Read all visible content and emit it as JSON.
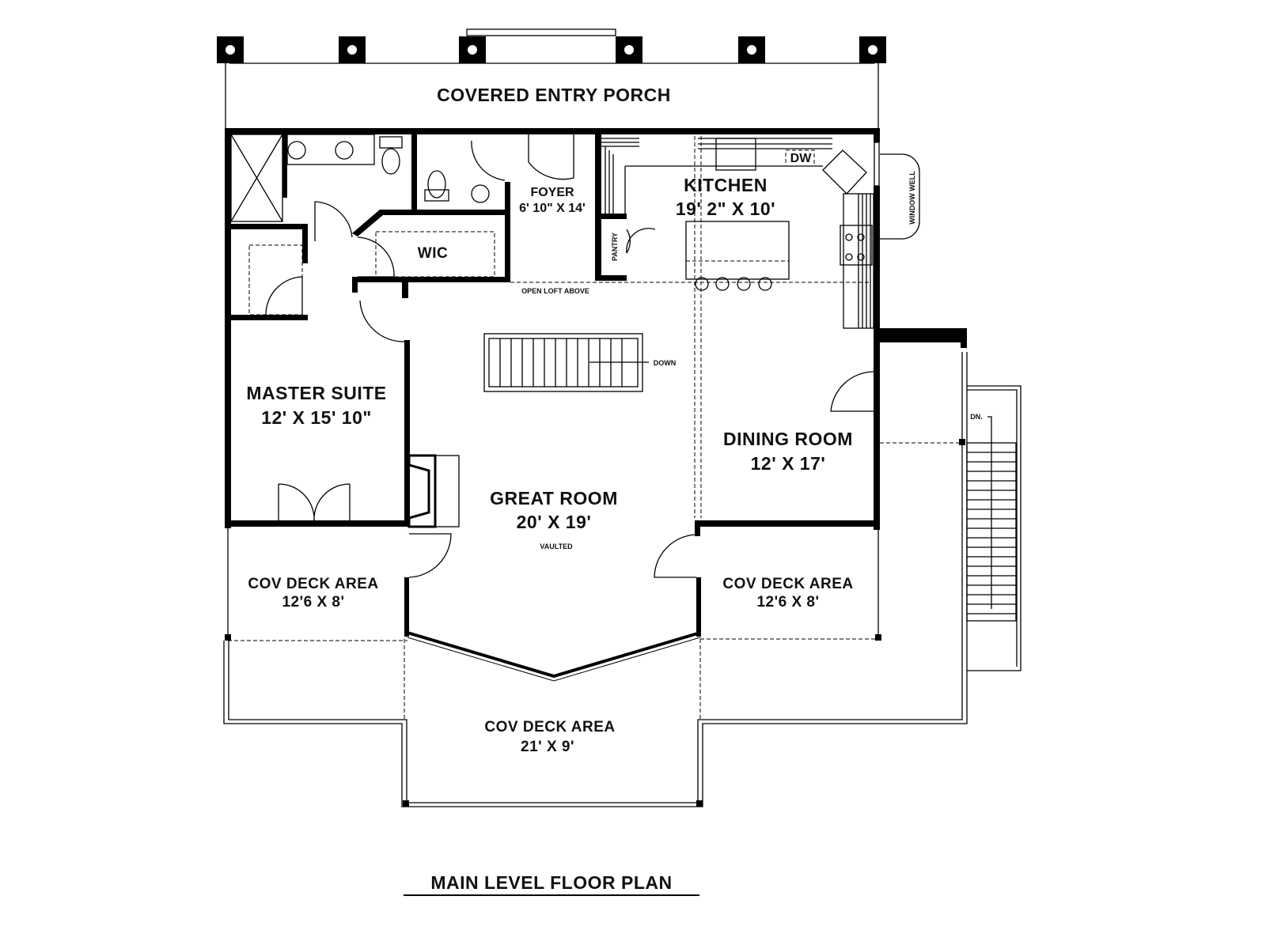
{
  "title": "MAIN LEVEL FLOOR PLAN",
  "rooms": {
    "porch": {
      "name": "COVERED ENTRY PORCH"
    },
    "foyer": {
      "name": "FOYER",
      "size": "6' 10\" X 14'"
    },
    "kitchen": {
      "name": "KITCHEN",
      "size": "19' 2\" X 10'"
    },
    "wic": {
      "name": "WIC"
    },
    "pantry": {
      "name": "PANTRY"
    },
    "master": {
      "name": "MASTER SUITE",
      "size": "12' X 15' 10\""
    },
    "great": {
      "name": "GREAT ROOM",
      "size": "20' X 19'",
      "note": "VAULTED"
    },
    "dining": {
      "name": "DINING ROOM",
      "size": "12' X 17'"
    },
    "deck_left": {
      "name": "COV DECK AREA",
      "size": "12'6 X 8'"
    },
    "deck_right": {
      "name": "COV DECK AREA",
      "size": "12'6 X 8'"
    },
    "deck_bottom": {
      "name": "COV DECK AREA",
      "size": "21' X 9'"
    }
  },
  "notes": {
    "open_loft": "OPEN LOFT ABOVE",
    "down": "DOWN",
    "dn": "DN.",
    "dw": "DW",
    "window_well": "WINDOW WELL"
  }
}
